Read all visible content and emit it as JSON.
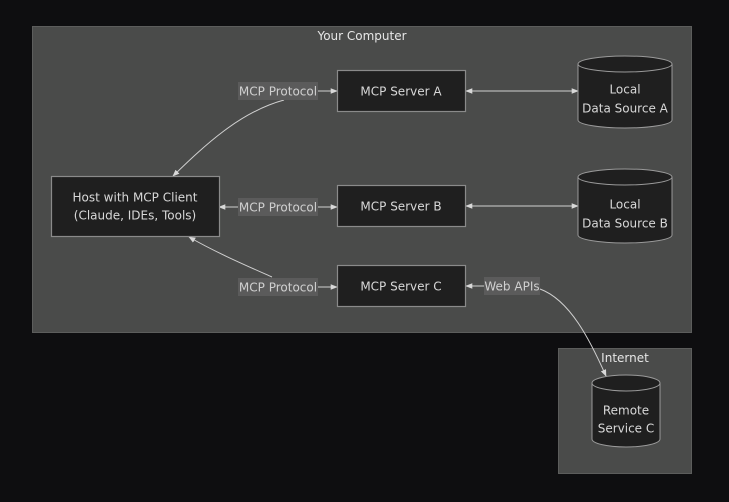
{
  "diagram": {
    "type": "flowchart",
    "clusters": {
      "computer": {
        "label": "Your Computer"
      },
      "internet": {
        "label": "Internet"
      }
    },
    "nodes": {
      "host": {
        "line1": "Host with MCP Client",
        "line2": "(Claude, IDEs, Tools)"
      },
      "server_a": {
        "label": "MCP Server A"
      },
      "server_b": {
        "label": "MCP Server B"
      },
      "server_c": {
        "label": "MCP Server C"
      },
      "data_a": {
        "line1": "Local",
        "line2": "Data Source A"
      },
      "data_b": {
        "line1": "Local",
        "line2": "Data Source B"
      },
      "remote_c": {
        "line1": "Remote",
        "line2": "Service C"
      }
    },
    "edges": [
      {
        "from": "host",
        "to": "server_a",
        "label": "MCP Protocol",
        "direction": "both"
      },
      {
        "from": "host",
        "to": "server_b",
        "label": "MCP Protocol",
        "direction": "both"
      },
      {
        "from": "host",
        "to": "server_c",
        "label": "MCP Protocol",
        "direction": "both"
      },
      {
        "from": "server_a",
        "to": "data_a",
        "label": "",
        "direction": "both"
      },
      {
        "from": "server_b",
        "to": "data_b",
        "label": "",
        "direction": "both"
      },
      {
        "from": "server_c",
        "to": "remote_c",
        "label": "Web APIs",
        "direction": "both"
      }
    ],
    "colors": {
      "background": "#0e0e10",
      "cluster_fill": "#4a4b4a",
      "node_fill": "#1f1f1f",
      "edge": "#d0d0d0",
      "text": "#d8d8d8"
    }
  }
}
